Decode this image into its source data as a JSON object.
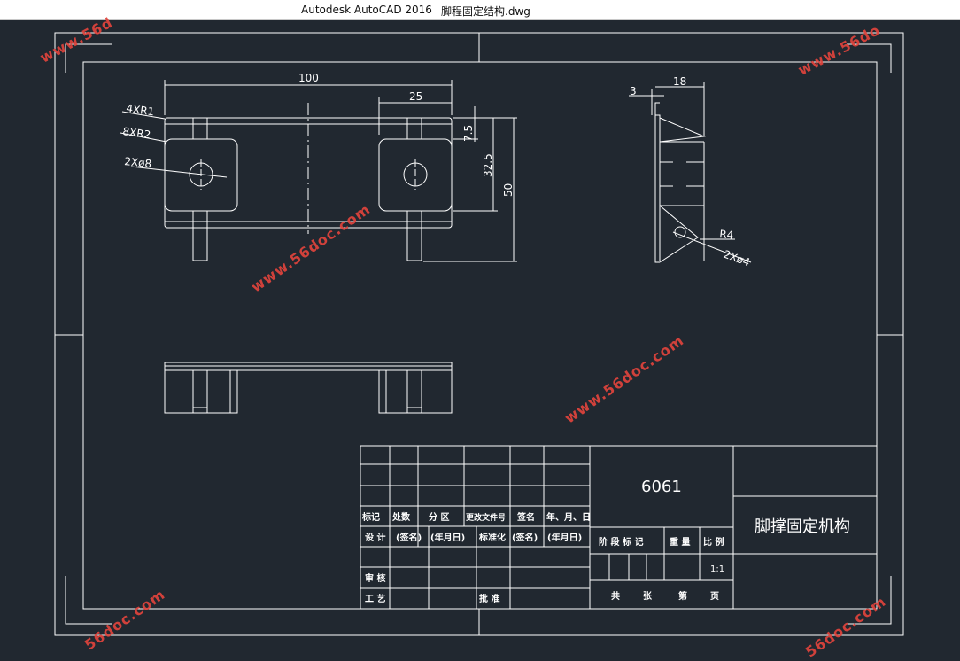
{
  "window": {
    "app_title": "Autodesk AutoCAD 2016",
    "file_name": "脚程固定结构.dwg"
  },
  "dimensions": {
    "d100": "100",
    "d25": "25",
    "d7_5": "7.5",
    "d32_5": "32.5",
    "d50": "50",
    "d18": "18",
    "d3": "3",
    "r1": "4XR1",
    "r2": "8XR2",
    "dia8": "2Xø8",
    "r4": "R4",
    "dia4": "2Xø4"
  },
  "title_block": {
    "material": "6061",
    "part_name": "脚撑固定机构",
    "row_headers": [
      "标记",
      "处数",
      "分 区",
      "更改文件号",
      "签名",
      "年、月、日"
    ],
    "design_row": [
      "设 计",
      "(签名)",
      "(年月日)",
      "标准化",
      "(签名)",
      "(年月日)"
    ],
    "review": "审 核",
    "process": "工 艺",
    "approve": "批 准",
    "stage_mark": "阶 段 标 记",
    "weight": "重 量",
    "scale_label": "比 例",
    "scale_value": "1:1",
    "total": "共",
    "sheets": "张",
    "page": "第",
    "page_unit": "页"
  },
  "watermark": {
    "text": "www.56doc.com",
    "partial_top_left": "www.56d",
    "partial_top_right": "www.56do",
    "partial_bottom_left": "56doc.com",
    "partial_bottom_right": "56doc.com",
    "color": "#e0443c"
  },
  "colors": {
    "background": "#212830",
    "lines": "#ffffff"
  }
}
